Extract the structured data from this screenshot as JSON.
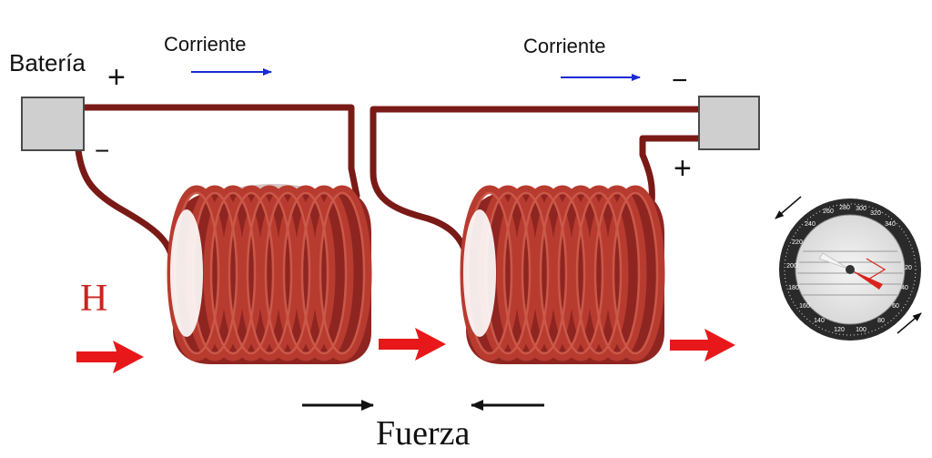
{
  "labels": {
    "battery": "Batería",
    "current_left": "Corriente",
    "current_right": "Corriente",
    "left_plus": "+",
    "left_minus": "−",
    "right_minus": "−",
    "right_plus": "+",
    "field": "H",
    "force": "Fuerza"
  },
  "colors": {
    "wire": "#7a1a16",
    "coil": "#9c2a22",
    "coil_highlight": "#d0604f",
    "current_arrow": "#1a2ad6",
    "field": "#c8261f",
    "field_arrow": "#e8181a",
    "force_arrow": "#111111",
    "terminal": "#cfcfcf"
  },
  "icons": [
    "current-arrow-icon",
    "field-arrow-icon",
    "force-arrow-icon",
    "compass-icon"
  ],
  "compass": {
    "ring_numbers": [
      "260",
      "280",
      "300",
      "320",
      "340",
      "20",
      "40",
      "60",
      "80",
      "100",
      "120",
      "140",
      "160",
      "180",
      "200",
      "220",
      "240"
    ]
  }
}
